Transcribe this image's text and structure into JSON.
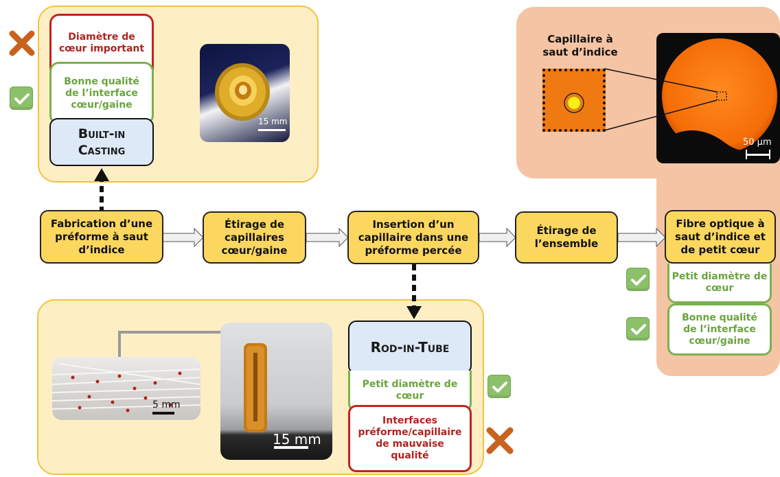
{
  "top_left_panel": {
    "con_text": "Diamètre de cœur important",
    "pro_text": "Bonne qualité de l’interface cœur/gaine",
    "method_label_line1": "Built-in",
    "method_label_line2": "Casting",
    "photo_scale": "15 mm"
  },
  "top_right_panel": {
    "capillary_label_line1": "Capillaire à",
    "capillary_label_line2": "saut d’indice",
    "photo_scale": "50 µm"
  },
  "flow_steps": [
    "Fabrication d’une préforme à saut d’indice",
    "Étirage de capillaires cœur/gaine",
    "Insertion d’un capillaire dans une préforme percée",
    "Étirage de l’ensemble",
    "Fibre optique à saut d’indice et de petit cœur"
  ],
  "right_pros": [
    "Petit diamètre de cœur",
    "Bonne qualité de l’interface cœur/gaine"
  ],
  "bottom_panel": {
    "method_label": "Rod-in-Tube",
    "pro_text": "Petit diamètre de cœur",
    "con_text": "Interfaces préforme/capillaire de mauvaise qualité",
    "photo1_scale": "5 mm",
    "photo2_scale": "15 mm"
  },
  "colors": {
    "pro_green": "#79b14d",
    "con_red": "#c0241f",
    "step_fill": "#fbd760",
    "panel_yellow": "#fdeec4",
    "panel_peach": "#f5c4a4",
    "method_fill": "#dde9f7",
    "cross_orange": "#c8631f"
  },
  "icons": [
    "check-icon",
    "cross-icon"
  ]
}
